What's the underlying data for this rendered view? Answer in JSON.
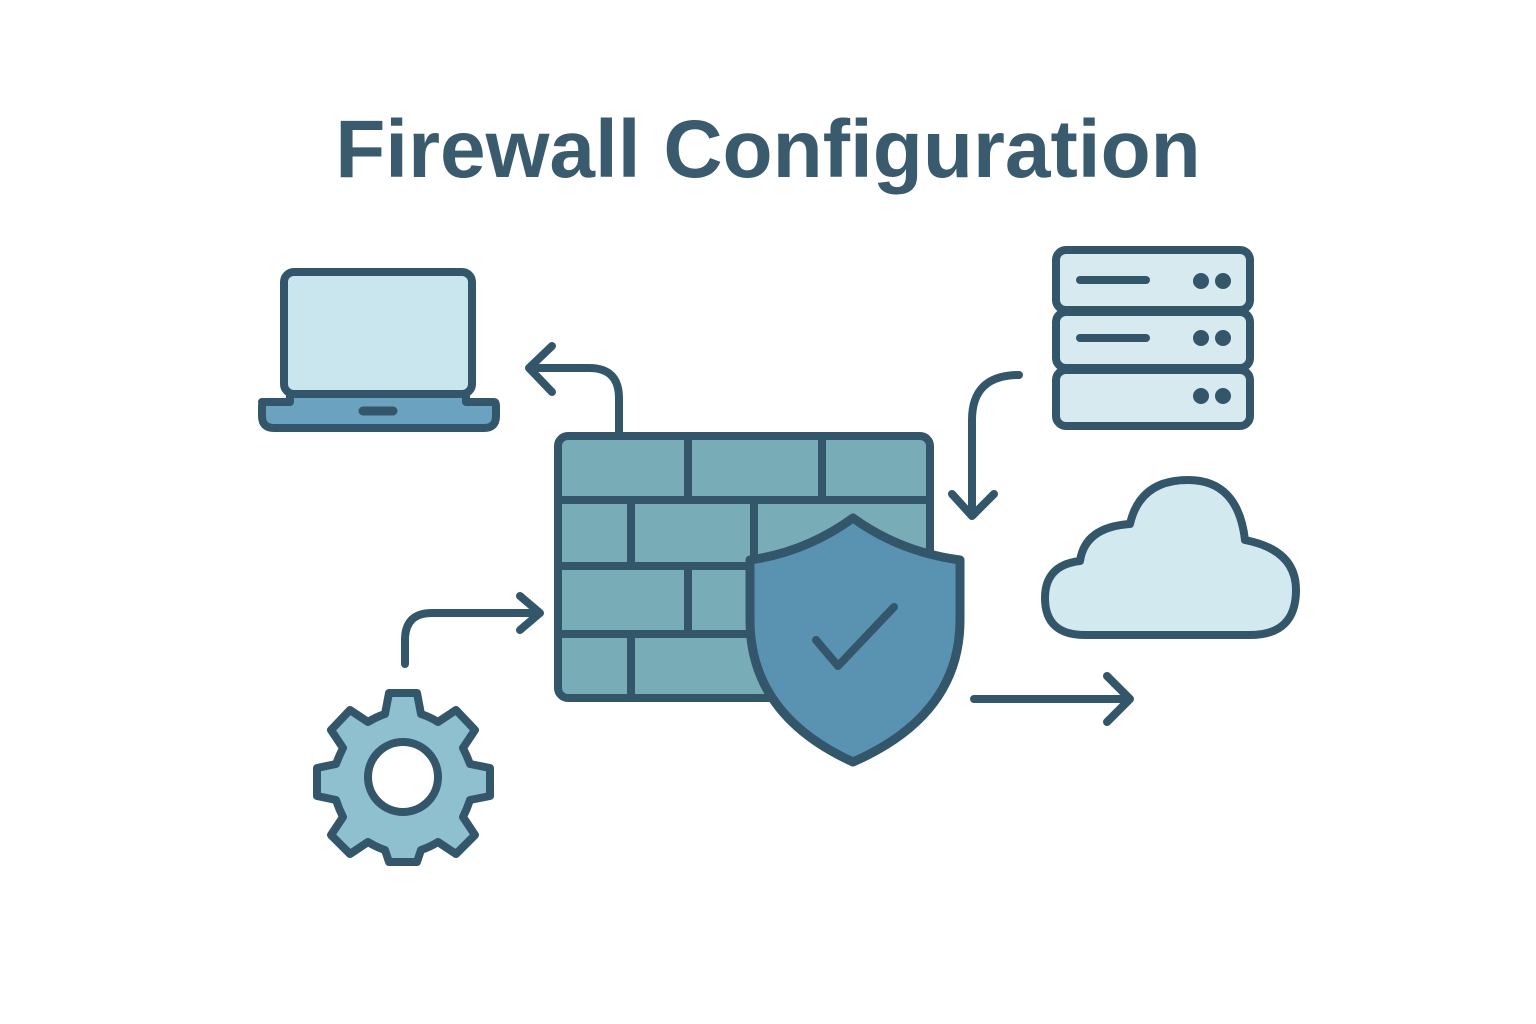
{
  "title": "Firewall Configuration",
  "colors": {
    "stroke": "#34566a",
    "brick_fill": "#78adb8",
    "shield_fill": "#5a92b2",
    "screen_fill": "#c9e6ee",
    "laptop_base_fill": "#6aa2bf",
    "server_fill": "#d6eaf0",
    "cloud_fill": "#d3e9f0",
    "gear_fill": "#8ec0cf",
    "background": "#ffffff"
  },
  "nodes": [
    {
      "id": "laptop",
      "icon": "laptop-icon",
      "position": "top-left"
    },
    {
      "id": "server",
      "icon": "server-icon",
      "position": "top-right"
    },
    {
      "id": "firewall",
      "icon": "brick-wall-icon",
      "position": "center"
    },
    {
      "id": "shield",
      "icon": "shield-check-icon",
      "position": "center-overlay"
    },
    {
      "id": "cloud",
      "icon": "cloud-icon",
      "position": "right"
    },
    {
      "id": "settings",
      "icon": "gear-icon",
      "position": "bottom-left"
    }
  ],
  "edges": [
    {
      "from": "firewall",
      "to": "laptop",
      "icon": "arrow-curved-left-icon"
    },
    {
      "from": "server",
      "to": "firewall",
      "icon": "arrow-curved-down-icon"
    },
    {
      "from": "settings",
      "to": "firewall",
      "icon": "arrow-curved-right-icon"
    },
    {
      "from": "firewall",
      "to": "cloud",
      "icon": "arrow-right-icon"
    }
  ]
}
